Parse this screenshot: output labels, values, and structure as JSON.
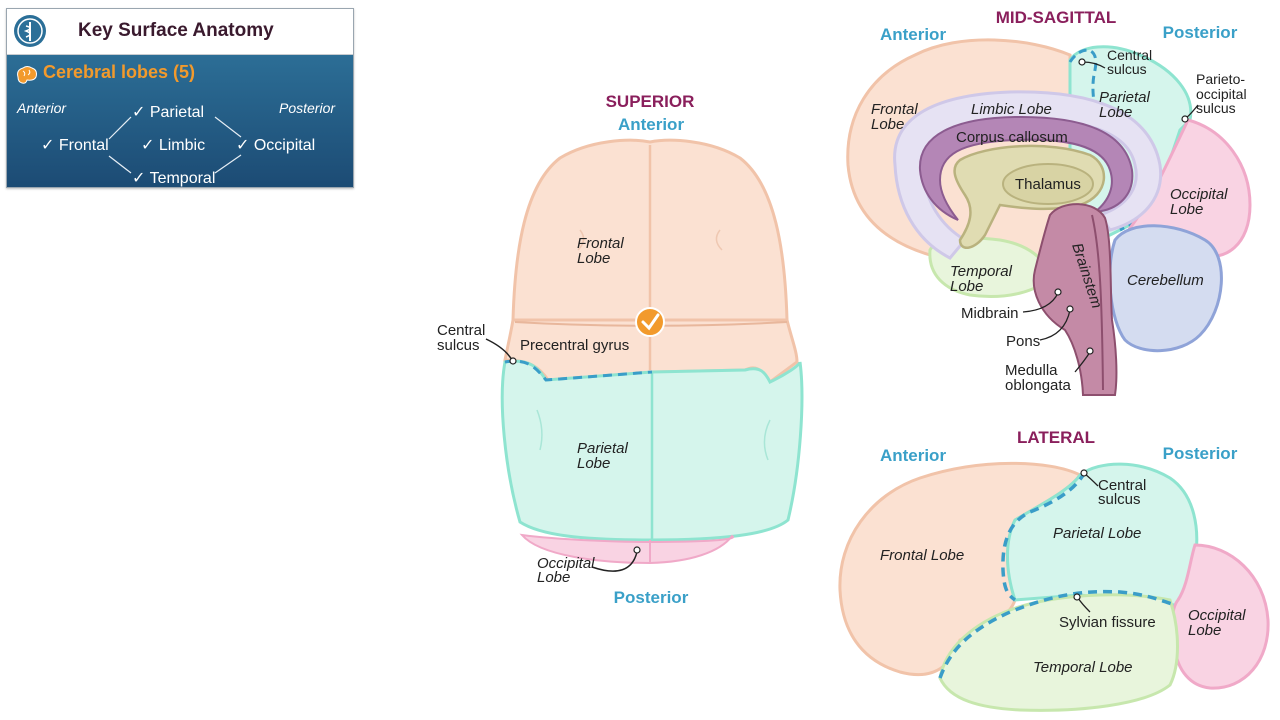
{
  "panel": {
    "title": "Key Surface Anatomy",
    "section": "Cerebral lobes (5)",
    "anterior": "Anterior",
    "posterior": "Posterior",
    "items": {
      "parietal": "✓ Parietal",
      "frontal": "✓ Frontal",
      "limbic": "✓ Limbic",
      "occipital": "✓ Occipital",
      "temporal": "✓ Temporal"
    }
  },
  "superior": {
    "title": "SUPERIOR",
    "anterior": "Anterior",
    "posterior": "Posterior",
    "frontal_1": "Frontal",
    "frontal_2": "Lobe",
    "parietal_1": "Parietal",
    "parietal_2": "Lobe",
    "occipital_1": "Occipital",
    "occipital_2": "Lobe",
    "central_1": "Central",
    "central_2": "sulcus",
    "precentral": "Precentral gyrus"
  },
  "midsagittal": {
    "title": "MID-SAGITTAL",
    "anterior": "Anterior",
    "posterior": "Posterior",
    "central_1": "Central",
    "central_2": "sulcus",
    "parieto_1": "Parieto-",
    "parieto_2": "occipital",
    "parieto_3": "sulcus",
    "frontal_1": "Frontal",
    "frontal_2": "Lobe",
    "limbic": "Limbic Lobe",
    "parietal_1": "Parietal",
    "parietal_2": "Lobe",
    "corpus": "Corpus callosum",
    "thalamus": "Thalamus",
    "occipital_1": "Occipital",
    "occipital_2": "Lobe",
    "brainstem": "Brainstem",
    "cerebellum": "Cerebellum",
    "temporal_1": "Temporal",
    "temporal_2": "Lobe",
    "midbrain": "Midbrain",
    "pons": "Pons",
    "medulla_1": "Medulla",
    "medulla_2": "oblongata"
  },
  "lateral": {
    "title": "LATERAL",
    "anterior": "Anterior",
    "posterior": "Posterior",
    "central_1": "Central",
    "central_2": "sulcus",
    "parietal": "Parietal Lobe",
    "frontal": "Frontal Lobe",
    "sylvian": "Sylvian fissure",
    "occipital_1": "Occipital",
    "occipital_2": "Lobe",
    "temporal": "Temporal Lobe"
  },
  "colors": {
    "frontal": "#fbe1d2",
    "parietal": "#d5f5ec",
    "occipital": "#f9d3e3",
    "temporal": "#e8f5dc",
    "limbic": "#e6e2f3",
    "corpus": "#b486b6",
    "thalamus": "#e0dcb2",
    "brainstem": "#c48aa6",
    "cerebellum": "#d4dcf0",
    "title_purple": "#8a1f5c",
    "direction_blue": "#3aa0c8",
    "accent_orange": "#f29a2c"
  }
}
